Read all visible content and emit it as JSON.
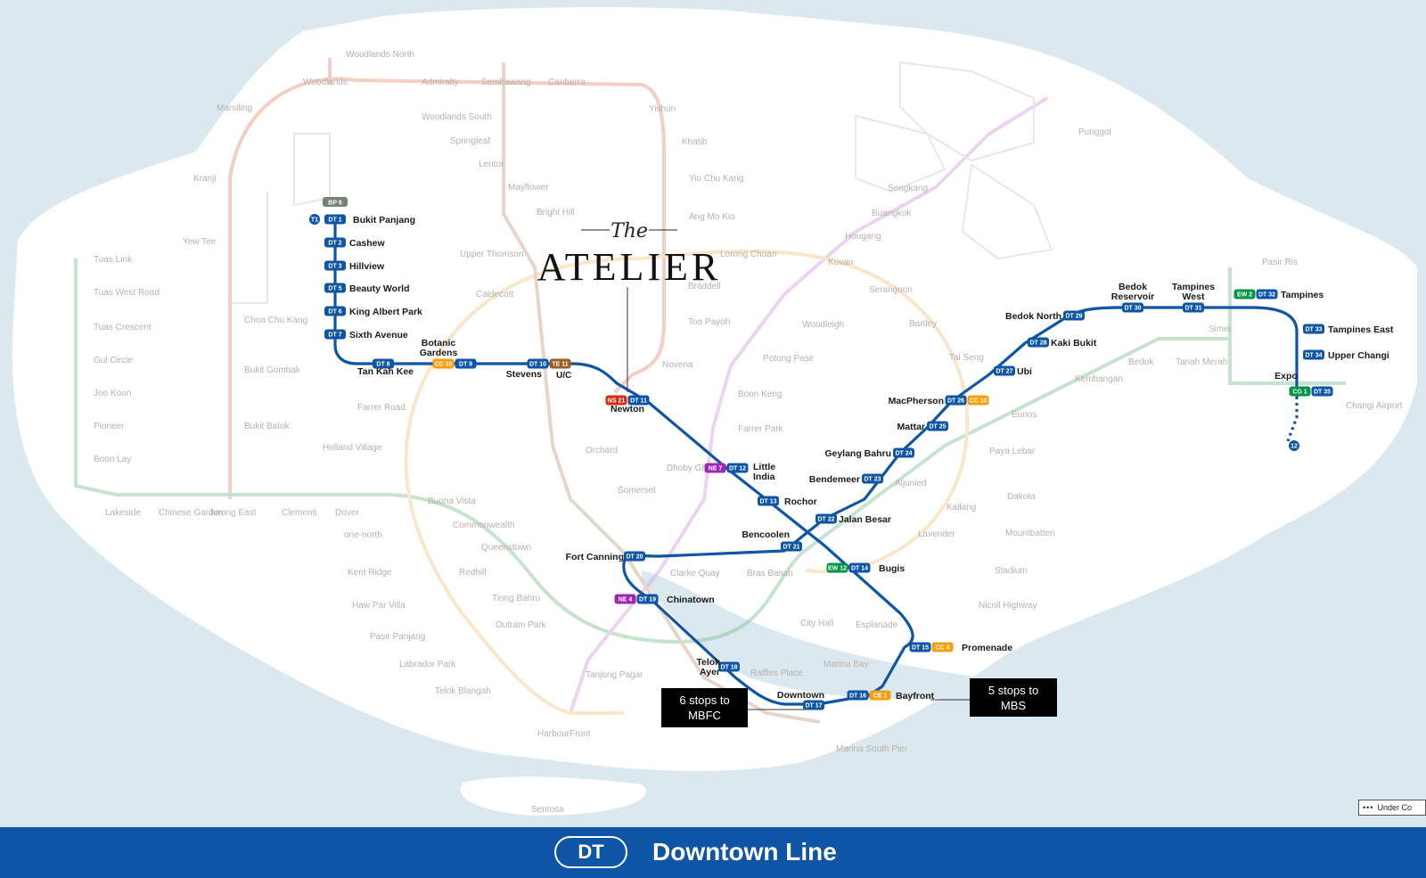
{
  "title": {
    "script": "The",
    "brand": "ATELIER"
  },
  "callouts": {
    "mbfc": [
      "6 stops to",
      "MBFC"
    ],
    "mbs": [
      "5 stops to",
      "MBS"
    ]
  },
  "footer": {
    "code": "DT",
    "line_name": "Downtown Line"
  },
  "legend": {
    "label": "Under Co"
  },
  "colors": {
    "downtown": "#0e55a5",
    "north_south": "#d42e12",
    "north_east": "#9e28b5",
    "circle": "#fa9e0d",
    "east_west": "#009645",
    "thomson": "#9d5b25",
    "bukit_panjang_lrt": "#748477"
  },
  "dt_stations": [
    {
      "name": "Bukit Panjang",
      "codes": [
        "DT 1"
      ]
    },
    {
      "name": "Cashew",
      "codes": [
        "DT 2"
      ]
    },
    {
      "name": "Hillview",
      "codes": [
        "DT 3"
      ]
    },
    {
      "name": "Beauty World",
      "codes": [
        "DT 5"
      ]
    },
    {
      "name": "King Albert Park",
      "codes": [
        "DT 6"
      ]
    },
    {
      "name": "Sixth Avenue",
      "codes": [
        "DT 7"
      ]
    },
    {
      "name": "Tan Kah Kee",
      "codes": [
        "DT 8"
      ]
    },
    {
      "name": "Botanic Gardens",
      "codes": [
        "CC 19",
        "DT 9"
      ]
    },
    {
      "name": "Stevens",
      "codes": [
        "DT 10",
        "TE 11"
      ]
    },
    {
      "name": "Newton",
      "codes": [
        "NS 21",
        "DT 11"
      ]
    },
    {
      "name": "Little India",
      "codes": [
        "NE 7",
        "DT 12"
      ]
    },
    {
      "name": "Rochor",
      "codes": [
        "DT 13"
      ]
    },
    {
      "name": "Bugis",
      "codes": [
        "EW 12",
        "DT 14"
      ]
    },
    {
      "name": "Promenade",
      "codes": [
        "DT 15",
        "CC 4"
      ]
    },
    {
      "name": "Bayfront",
      "codes": [
        "DT 16",
        "CE 1"
      ]
    },
    {
      "name": "Downtown",
      "codes": [
        "DT 17"
      ]
    },
    {
      "name": "Telok Ayer",
      "codes": [
        "DT 18"
      ]
    },
    {
      "name": "Chinatown",
      "codes": [
        "NE 4",
        "DT 19"
      ]
    },
    {
      "name": "Fort Canning",
      "codes": [
        "DT 20"
      ]
    },
    {
      "name": "Bencoolen",
      "codes": [
        "DT 21"
      ]
    },
    {
      "name": "Jalan Besar",
      "codes": [
        "DT 22"
      ]
    },
    {
      "name": "Bendemeer",
      "codes": [
        "DT 23"
      ]
    },
    {
      "name": "Geylang Bahru",
      "codes": [
        "DT 24"
      ]
    },
    {
      "name": "Mattar",
      "codes": [
        "DT 25"
      ]
    },
    {
      "name": "MacPherson",
      "codes": [
        "DT 26",
        "CC 10"
      ]
    },
    {
      "name": "Ubi",
      "codes": [
        "DT 27"
      ]
    },
    {
      "name": "Kaki Bukit",
      "codes": [
        "DT 28"
      ]
    },
    {
      "name": "Bedok North",
      "codes": [
        "DT 29"
      ]
    },
    {
      "name": "Bedok Reservoir",
      "codes": [
        "DT 30"
      ]
    },
    {
      "name": "Tampines West",
      "codes": [
        "DT 31"
      ]
    },
    {
      "name": "Tampines",
      "codes": [
        "EW 2",
        "DT 32"
      ]
    },
    {
      "name": "Tampines East",
      "codes": [
        "DT 33"
      ]
    },
    {
      "name": "Upper Changi",
      "codes": [
        "DT 34"
      ]
    },
    {
      "name": "Expo",
      "codes": [
        "CG 1",
        "DT 35"
      ]
    }
  ],
  "misc": {
    "bp6": "BP 6",
    "uc": "U/C",
    "ns21": "NS 21",
    "t1": "T1",
    "bk": "12"
  },
  "faded_stations": [
    "Woodlands North",
    "Woodlands",
    "Admiralty",
    "Sembawang",
    "Canberra",
    "Yishun",
    "Khatib",
    "Marsiling",
    "Woodlands South",
    "Springleaf",
    "Lentor",
    "Mayflower",
    "Bright Hill",
    "Kranji",
    "Yew Tee",
    "Yio Chu Kang",
    "Ang Mo Kio",
    "Upper Thomson",
    "Lorong Chuan",
    "Caldecott",
    "Braddell",
    "Toa Payoh",
    "Novena",
    "Choa Chu Kang",
    "Bukit Gombak",
    "Bukit Batok",
    "Farrer Road",
    "Holland Village",
    "Orchard",
    "Somerset",
    "Dhoby Ghaut",
    "Tuas Link",
    "Tuas West Road",
    "Tuas Crescent",
    "Gul Circle",
    "Joo Koon",
    "Pioneer",
    "Boon Lay",
    "Lakeside",
    "Chinese Garden",
    "Jurong East",
    "Clementi",
    "Dover",
    "Buona Vista",
    "one-north",
    "Commonwealth",
    "Queenstown",
    "Kent Ridge",
    "Redhill",
    "Haw Par Villa",
    "Tiong Bahru",
    "Pasir Panjang",
    "Outram Park",
    "Labrador Park",
    "Tanjong Pagar",
    "Telok Blangah",
    "HarbourFront",
    "Sentosa",
    "Marina South Pier",
    "Clarke Quay",
    "Bras Basah",
    "Esplanade",
    "City Hall",
    "Raffles Place",
    "Marina Bay",
    "Stadium",
    "Mountbatten",
    "Nicoll Highway",
    "Dakota",
    "Kallang",
    "Lavender",
    "Aljunied",
    "Paya Lebar",
    "Eunos",
    "Kembangan",
    "Bedok",
    "Tanah Merah",
    "Simei",
    "Pasir Ris",
    "Changi Airport",
    "Tai Seng",
    "Bartley",
    "Serangoon",
    "Woodleigh",
    "Potong Pasir",
    "Boon Keng",
    "Farrer Park",
    "Kovan",
    "Hougang",
    "Buangkok",
    "Sengkang",
    "Punggol"
  ]
}
